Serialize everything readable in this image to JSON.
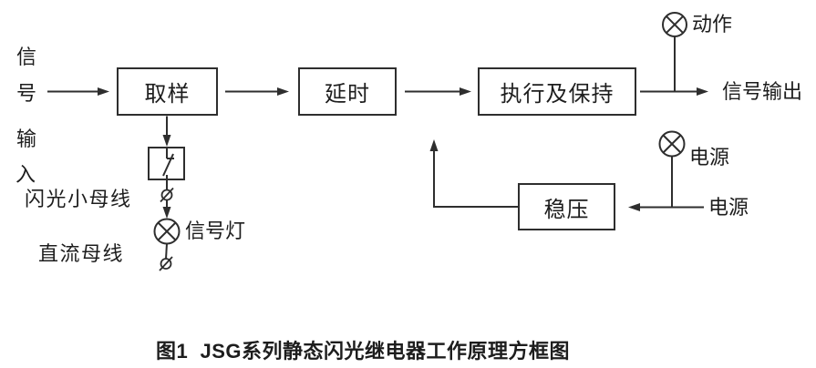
{
  "diagram": {
    "input_label": {
      "text": "信号输入",
      "chars": [
        "信",
        "号",
        "输",
        "入"
      ]
    },
    "boxes": {
      "sampling": "取样",
      "delay": "延时",
      "execute_hold": "执行及保持",
      "voltage_reg": "稳压"
    },
    "labels": {
      "action_lamp": "动作",
      "signal_output": "信号输出",
      "power_lamp": "电源",
      "power_source": "电源",
      "signal_lamp": "信号灯",
      "flash_bus": "闪光小母线",
      "dc_bus": "直流母线"
    },
    "caption": "图1  JSG系列静态闪光继电器工作原理方框图",
    "colors": {
      "line": "#2e2e2e",
      "text": "#1d1d1d",
      "background": "#ffffff"
    }
  }
}
